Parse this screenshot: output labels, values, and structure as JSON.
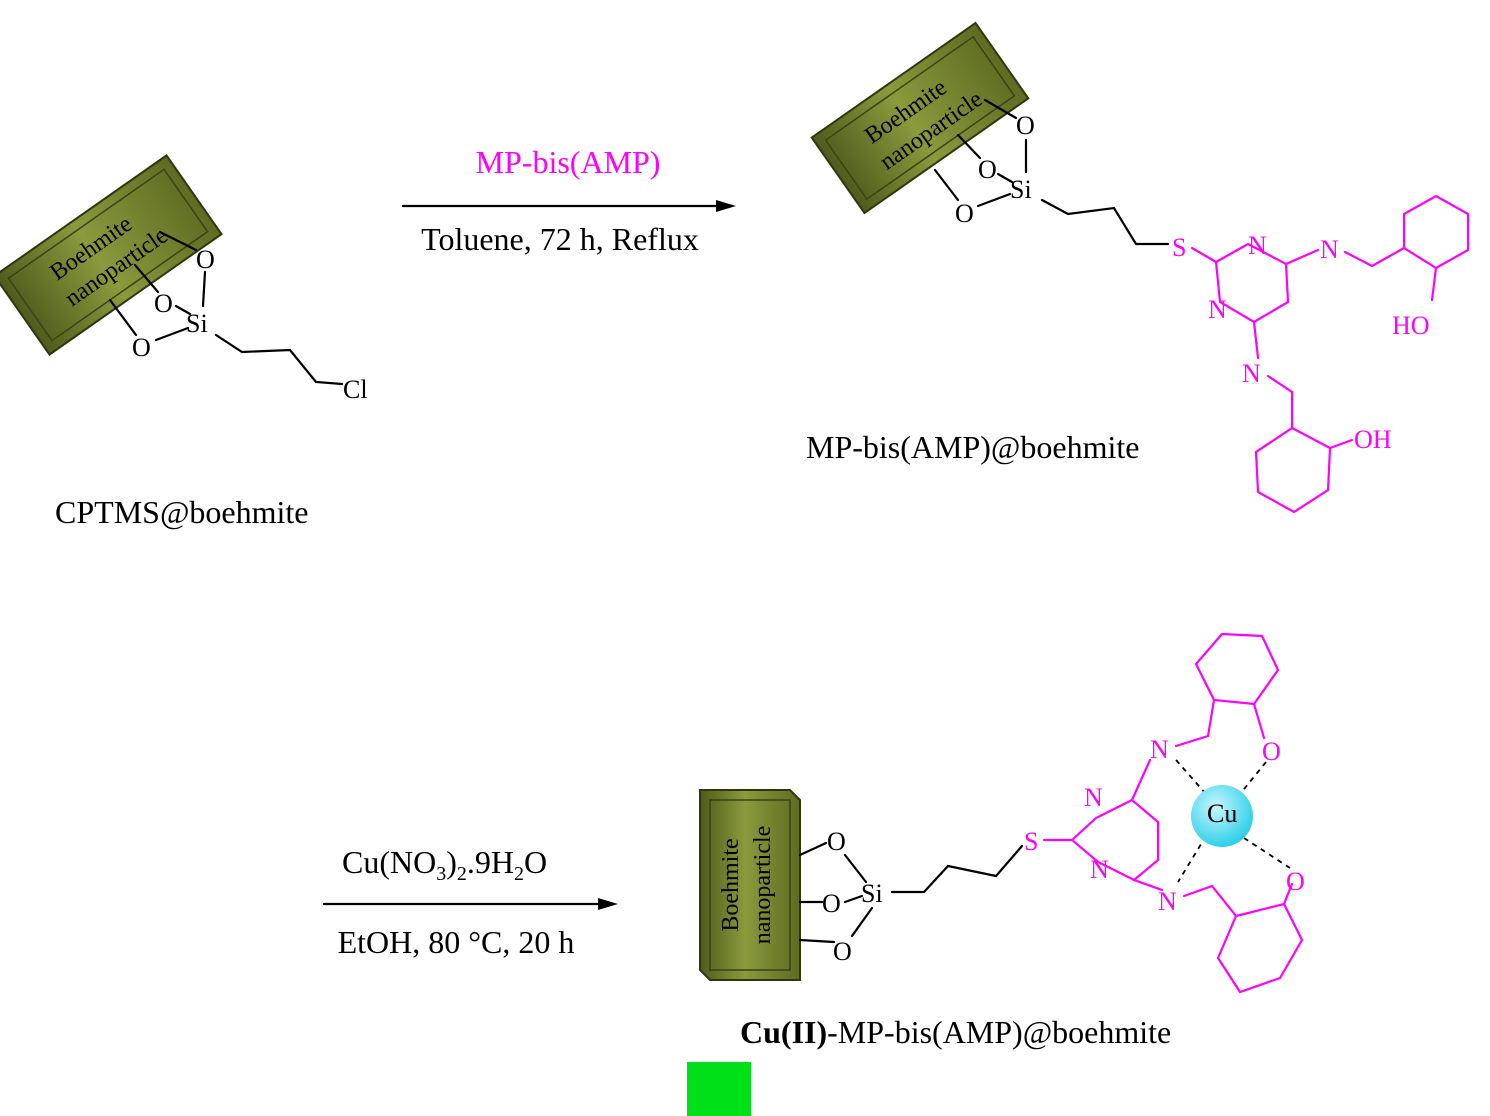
{
  "reagents": {
    "step1_top": "MP-bis(AMP)",
    "step1_bottom": "Toluene, 72 h, Reflux",
    "step2_top_main": "Cu(NO",
    "step2_top_sub1": "3",
    "step2_top_mid": ")",
    "step2_top_sub2": "2",
    "step2_top_tail": ".9H",
    "step2_top_sub3": "2",
    "step2_top_end": "O",
    "step2_bottom": "EtOH, 80 °C, 20 h"
  },
  "compounds": {
    "c1": "CPTMS@boehmite",
    "c2": "MP-bis(AMP)@boehmite",
    "c3_bold": "Cu(II)",
    "c3_rest": "-MP-bis(AMP)@boehmite"
  },
  "nanoparticle": {
    "line1": "Boehmite",
    "line2": "nanoparticle"
  },
  "atoms": {
    "O": "O",
    "Si": "Si",
    "Cl": "Cl",
    "S": "S",
    "N": "N",
    "HO": "HO",
    "OH": "OH",
    "Cu": "Cu"
  },
  "colors": {
    "ligand": "#ff00ff",
    "nanoparticle_fill": "#6b7a2a",
    "copper": "#33d6ee",
    "marker": "#00e019"
  }
}
